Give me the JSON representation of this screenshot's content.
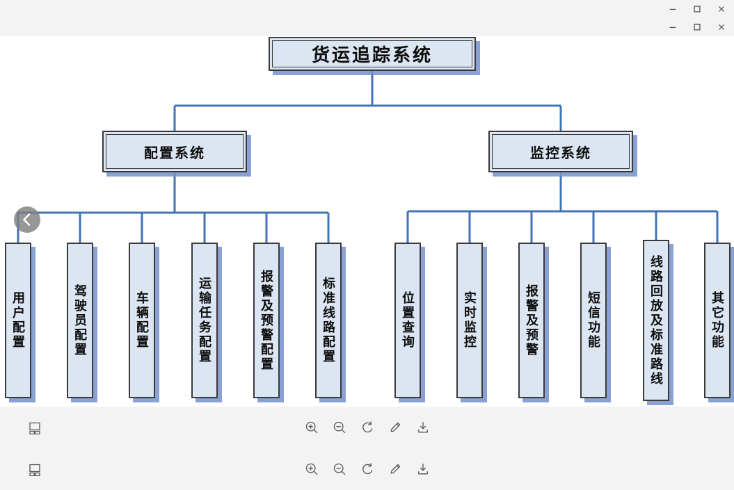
{
  "window": {
    "titlebar_rows": [
      {
        "controls": [
          "minimize",
          "maximize",
          "close"
        ]
      },
      {
        "controls": [
          "minimize",
          "maximize",
          "close"
        ]
      }
    ]
  },
  "diagram": {
    "type": "tree",
    "root": {
      "label": "货运追踪系统"
    },
    "branches": [
      {
        "label": "配置系统",
        "children": [
          "用户配置",
          "驾驶员配置",
          "车辆配置",
          "运输任务配置",
          "报警及预警配置",
          "标准线路配置"
        ]
      },
      {
        "label": "监控系统",
        "children": [
          "位置查询",
          "实时监控",
          "报警及预警",
          "短信功能",
          "线路回放及标准路线",
          "其它功能"
        ]
      }
    ],
    "colors": {
      "node_fill": "#dce5f2",
      "node_border": "#3a3a3a",
      "node_shadow": "#7492cb",
      "connector": "#4173b7"
    }
  },
  "back_button": {
    "icon": "chevron-left"
  },
  "toolbars": {
    "rows": 2,
    "left_icon": "layout-thumbnails",
    "center_icons": [
      "zoom-in",
      "zoom-out",
      "refresh",
      "edit",
      "download"
    ]
  }
}
